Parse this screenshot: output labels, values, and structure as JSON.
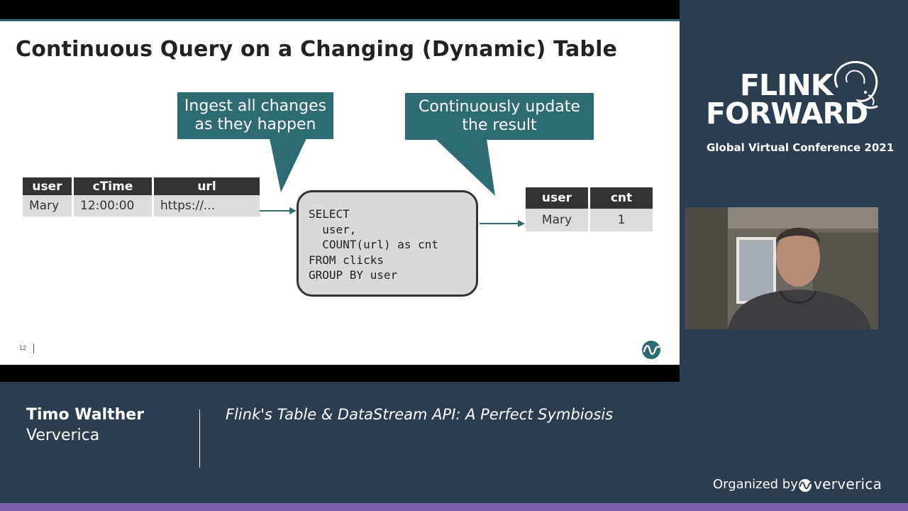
{
  "slide": {
    "title": "Continuous Query on a Changing (Dynamic) Table",
    "callout_left": [
      "Ingest all changes",
      "as they happen"
    ],
    "callout_right": [
      "Continuously update",
      "the result"
    ],
    "input_table": {
      "headers": [
        "user",
        "cTime",
        "url"
      ],
      "rows": [
        [
          "Mary",
          "12:00:00",
          "https://..."
        ]
      ]
    },
    "query_lines": [
      "SELECT",
      "  user,",
      "  COUNT(url) as cnt",
      "FROM clicks",
      "GROUP BY user"
    ],
    "output_table": {
      "headers": [
        "user",
        "cnt"
      ],
      "rows": [
        [
          "Mary",
          "1"
        ]
      ]
    },
    "page_number": "12",
    "logo_icon": "ververica-logo-icon"
  },
  "branding": {
    "event_line1": "FLINK",
    "event_line2": "FORWARD",
    "event_subtitle": "Global Virtual Conference 2021",
    "mascot_icon": "squirrel-icon"
  },
  "footer": {
    "speaker_name": "Timo Walther",
    "speaker_company": "Ververica",
    "talk_title": "Flink's Table & DataStream API: A Perfect Symbiosis",
    "organized_by": "Organized by",
    "organizer": "ververica"
  },
  "colors": {
    "accent_teal": "#2e6b72",
    "background_navy": "#2b3d51",
    "strip_purple": "#7b5ea7"
  }
}
